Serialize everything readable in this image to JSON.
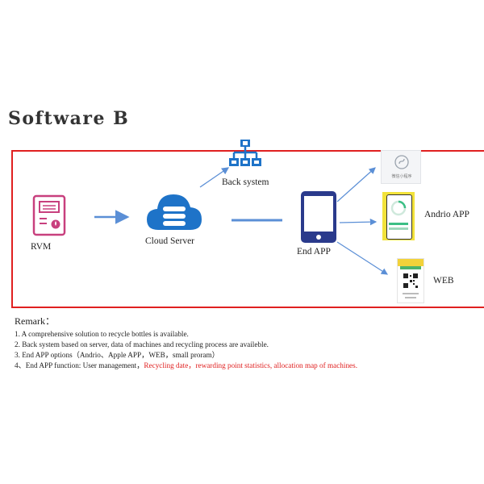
{
  "title": "Software B",
  "diagram": {
    "nodes": {
      "back_system": "Back system",
      "rvm": "RVM",
      "cloud_server": "Cloud Server",
      "end_app": "End APP",
      "andrio_app": "Andrio APP",
      "web": "WEB",
      "mini_program_caption": "微信小程序"
    },
    "colors": {
      "frame": "#e02020",
      "rvm_icon": "#c8407e",
      "cloud_icon": "#1e73c8",
      "back_system_icon": "#1e73c8",
      "phone_icon": "#2a3a8c",
      "arrows": "#5b8fd6"
    }
  },
  "remarks": {
    "heading": "Remark：",
    "items": [
      {
        "text": "1. A comprehensive solution to recycle bottles is available."
      },
      {
        "text": "2. Back system based on server, data of machines and recycling process are availeble."
      },
      {
        "text": "3. End APP options（Andrio、Apple APP，WEB，small proram）"
      },
      {
        "text": "4、End APP function: User management，",
        "highlight": "Recycling date，rewarding point statistics, allocation map of machines."
      }
    ]
  }
}
